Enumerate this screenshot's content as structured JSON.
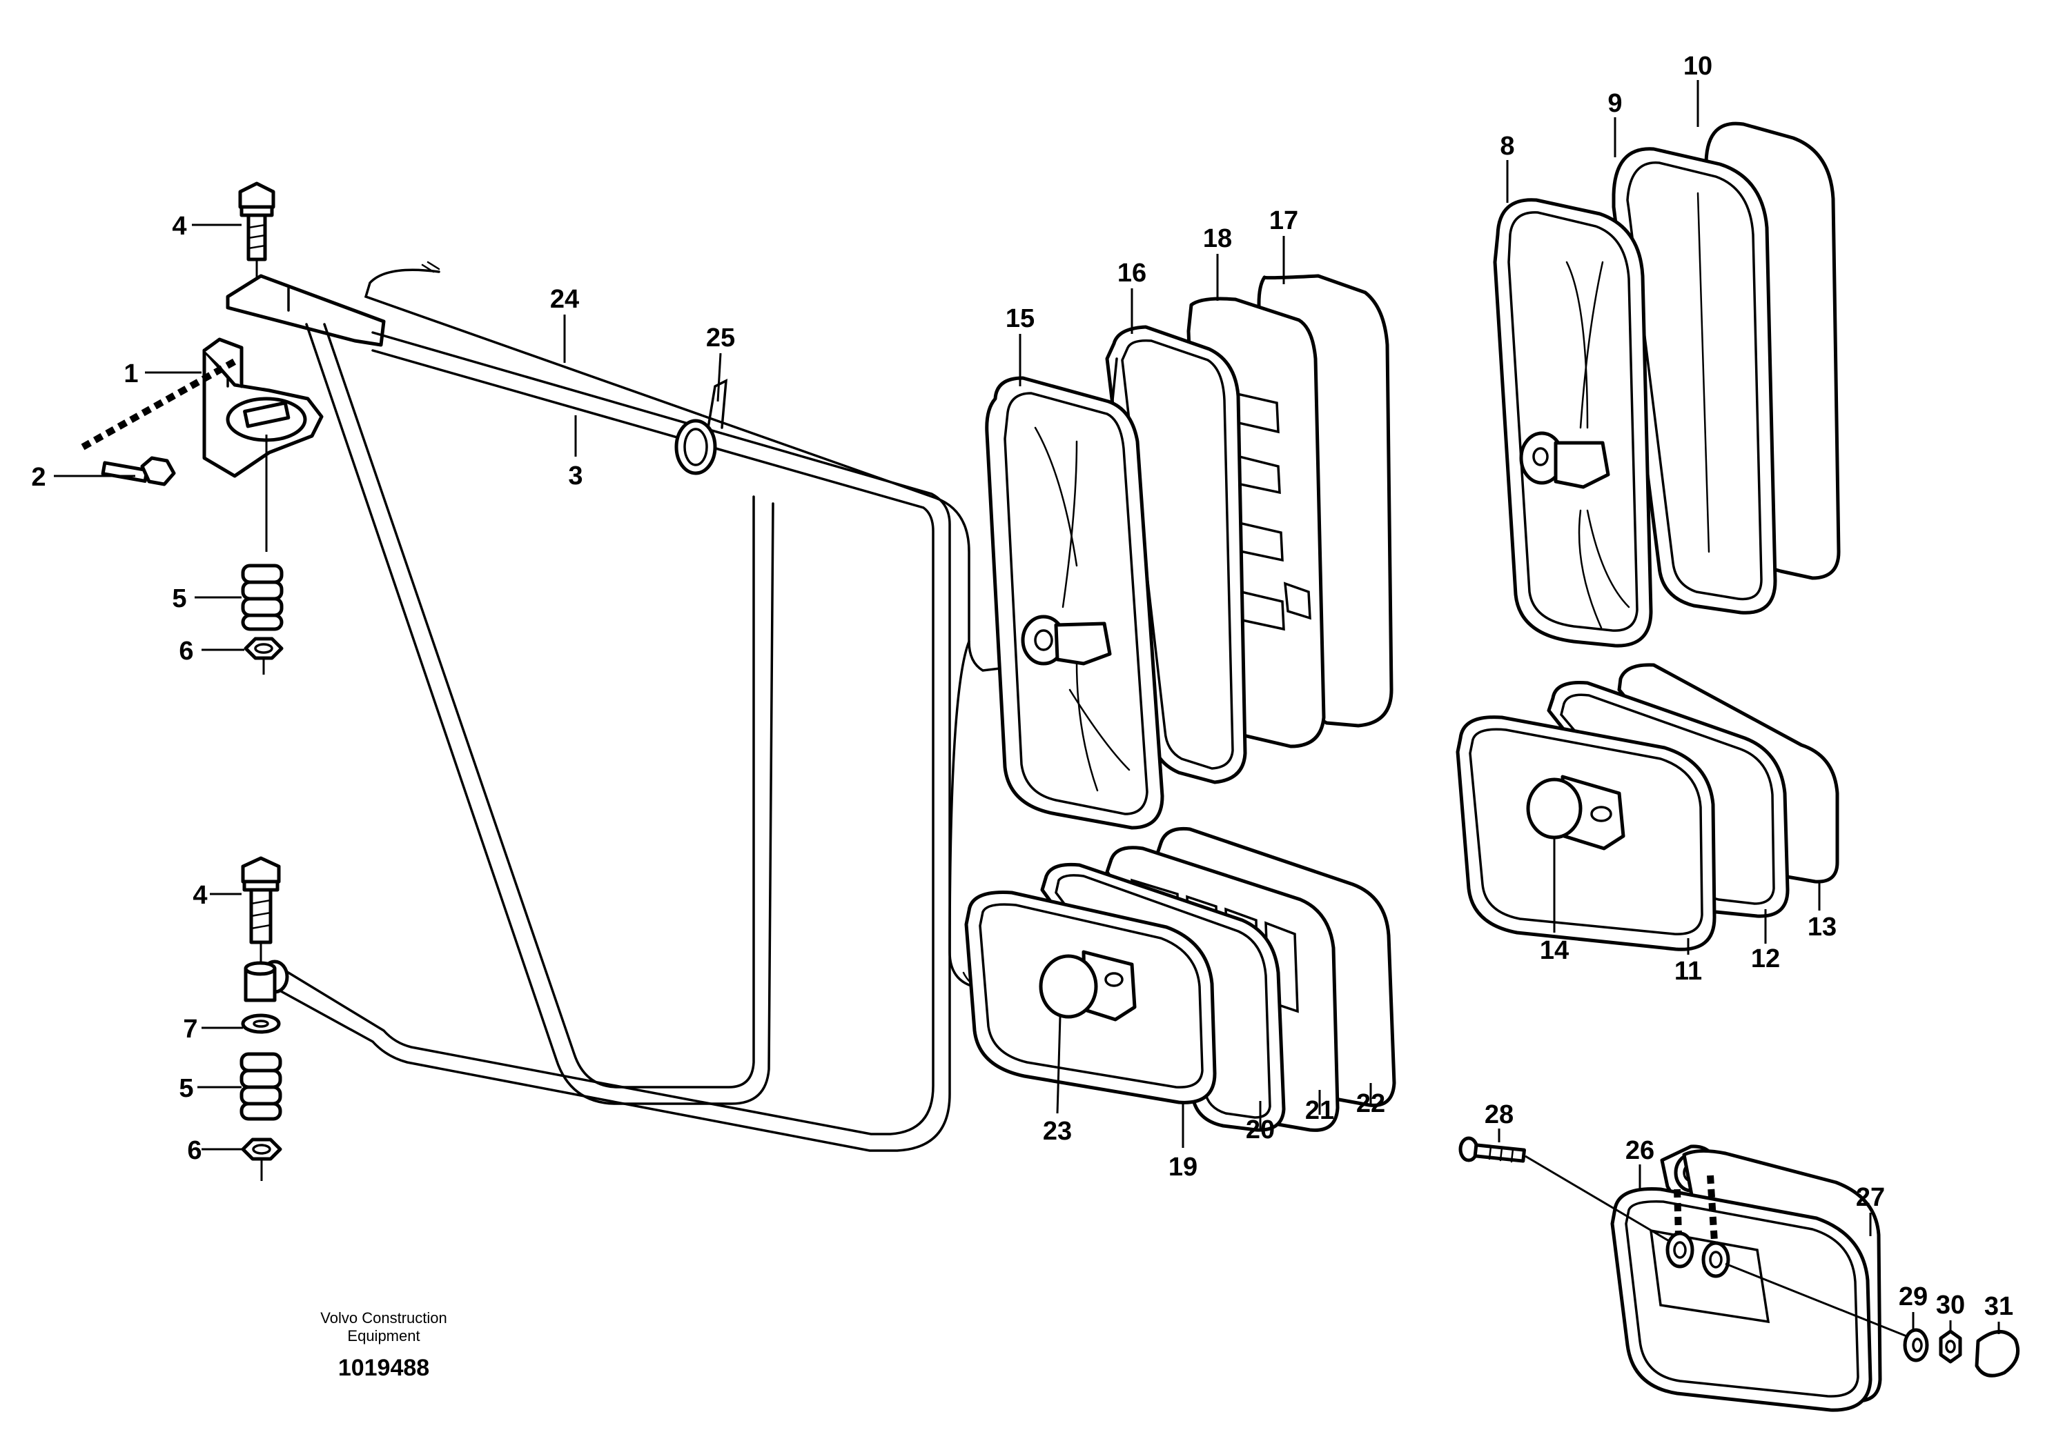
{
  "callouts": {
    "c1": "1",
    "c2": "2",
    "c3": "3",
    "c4a": "4",
    "c4b": "4",
    "c5a": "5",
    "c5b": "5",
    "c6a": "6",
    "c6b": "6",
    "c7": "7",
    "c8": "8",
    "c9": "9",
    "c10": "10",
    "c11": "11",
    "c12": "12",
    "c13": "13",
    "c14": "14",
    "c15": "15",
    "c16": "16",
    "c17": "17",
    "c18": "18",
    "c19": "19",
    "c20": "20",
    "c21": "21",
    "c22": "22",
    "c23": "23",
    "c24": "24",
    "c25": "25",
    "c26": "26",
    "c27": "27",
    "c28": "28",
    "c29": "29",
    "c30": "30",
    "c31": "31"
  },
  "footer": {
    "company_line1": "Volvo Construction",
    "company_line2": "Equipment",
    "drawing_number": "1019488"
  }
}
